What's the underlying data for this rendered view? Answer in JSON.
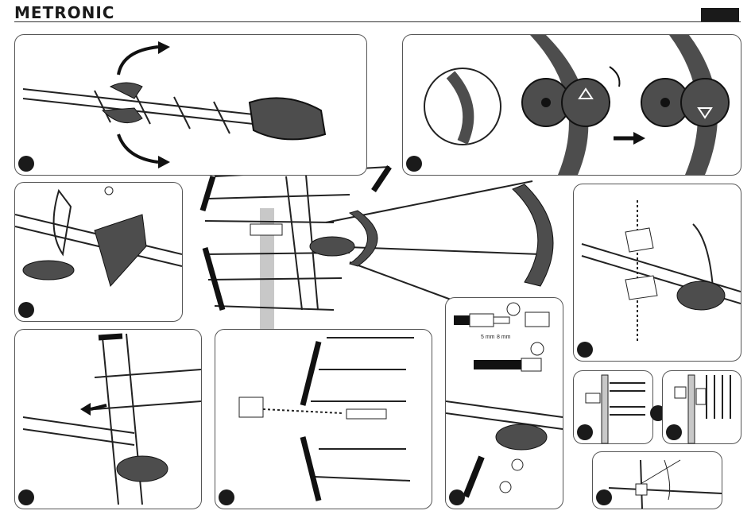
{
  "header": {
    "brand": "METRONIC",
    "accent_color": "#1a1a1a",
    "tab_color": "#1a1a1a"
  },
  "steps": {
    "step1": {
      "icon": "rotate-elements-illustration"
    },
    "step2": {
      "icon": "lock-dial-illustration"
    },
    "step3": {
      "icon": "mount-bracket-illustration"
    },
    "step4": {
      "icon": "bracket-assembly-illustration"
    },
    "step5": {
      "icon": "slide-reflector-illustration"
    },
    "step6": {
      "icon": "connector-attach-illustration"
    },
    "step7": {
      "icon": "cable-connection-illustration"
    },
    "step8": {
      "icon": "horizontal-mount-illustration"
    },
    "step9": {
      "icon": "vertical-mount-illustration"
    },
    "step10": {
      "icon": "tilt-adjust-illustration"
    }
  },
  "coax_labels": {
    "strip_5": "5 mm",
    "strip_8": "8 mm"
  },
  "overview": {
    "icon": "assembled-antenna-illustration",
    "mast_color": "#c8c8c8"
  }
}
